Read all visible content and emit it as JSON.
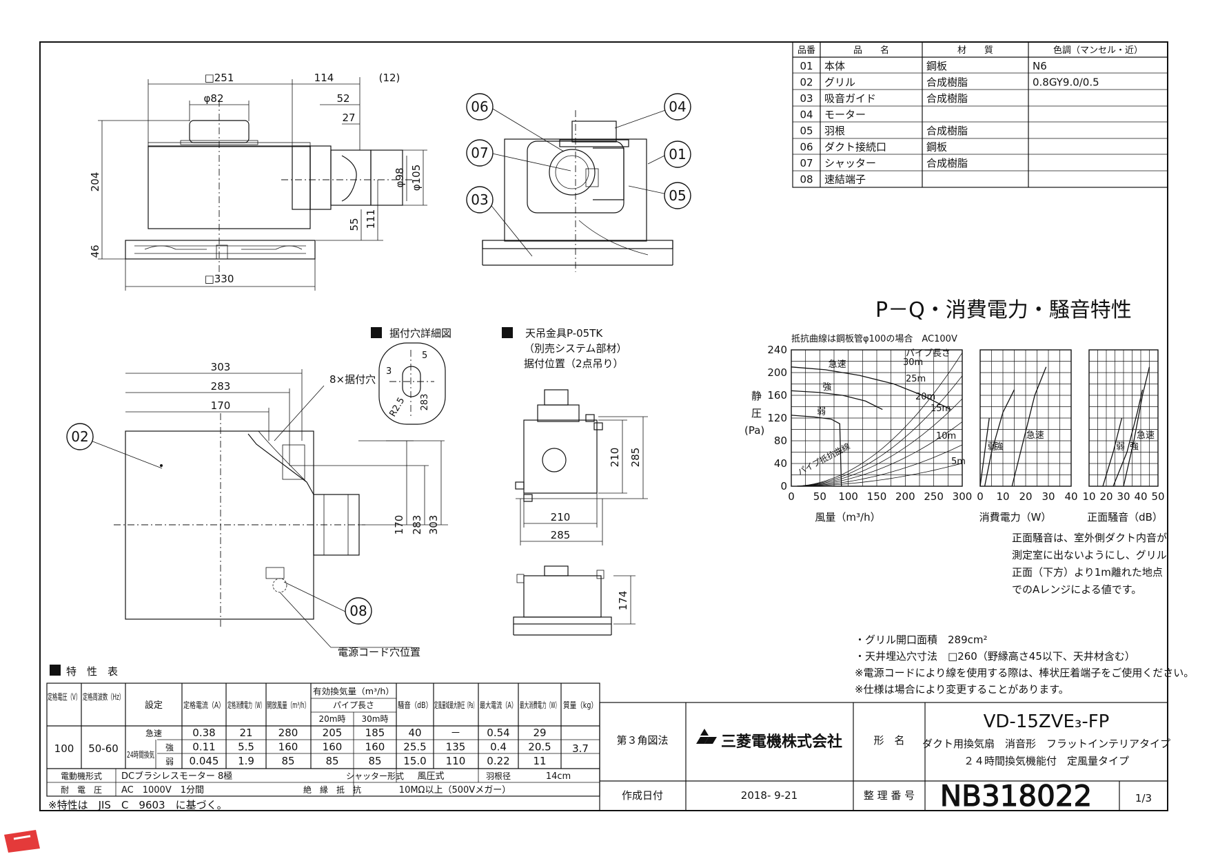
{
  "parts_table": {
    "headers": [
      "品番",
      "品　　名",
      "材　　質",
      "色調（マンセル・近）"
    ],
    "rows": [
      [
        "01",
        "本体",
        "鋼板",
        "N6"
      ],
      [
        "02",
        "グリル",
        "合成樹脂",
        "0.8GY9.0/0.5"
      ],
      [
        "03",
        "吸音ガイド",
        "合成樹脂",
        ""
      ],
      [
        "04",
        "モーター",
        "",
        ""
      ],
      [
        "05",
        "羽根",
        "合成樹脂",
        ""
      ],
      [
        "06",
        "ダクト接続口",
        "鋼板",
        ""
      ],
      [
        "07",
        "シャッター",
        "合成樹脂",
        ""
      ],
      [
        "08",
        "速結端子",
        "",
        ""
      ]
    ]
  },
  "dims_top": {
    "d251": "□251",
    "d114": "114",
    "d12": "(12)",
    "d82": "φ82",
    "d52": "52",
    "d27": "27",
    "d204": "204",
    "d46": "46",
    "d98": "φ98",
    "d105": "φ105",
    "d55": "55",
    "d111": "111",
    "d330": "□330"
  },
  "bubbles": [
    "06",
    "07",
    "03",
    "04",
    "01",
    "05",
    "02",
    "08"
  ],
  "plan_dims": {
    "d303": "303",
    "d283": "283",
    "d170": "170",
    "holes": "8×据付穴",
    "v170": "170",
    "v283": "283",
    "v303": "303"
  },
  "hole_detail": {
    "title": "据付穴詳細図",
    "d5": "5",
    "d3": "3",
    "r25": "R2.5",
    "d283": "283"
  },
  "hanger": {
    "title": "天吊金具P-05TK",
    "sub1": "（別売システム部材）",
    "sub2": "据付位置（2点吊り）",
    "d210v": "210",
    "d285v": "285",
    "d210h": "210",
    "d285h": "285",
    "d174": "174"
  },
  "cord_label": "電源コード穴位置",
  "chart_title": "P－Q・消費電力・騒音特性",
  "chart_note": "抵抗曲線は鋼板管φ100の場合　AC100V",
  "chart_data": [
    {
      "type": "line",
      "xlabel": "風量（m³/h）",
      "ylabel": "静圧（Pa）",
      "x_ticks": [
        0,
        50,
        100,
        150,
        200,
        250,
        300
      ],
      "y_ticks": [
        0,
        40,
        80,
        120,
        160,
        200,
        240
      ],
      "xlim": [
        0,
        300
      ],
      "ylim": [
        0,
        240
      ],
      "curve_labels": [
        "急速",
        "強",
        "弱"
      ],
      "series": [
        {
          "name": "急速",
          "x": [
            0,
            60,
            120,
            180,
            230,
            280
          ],
          "y": [
            210,
            205,
            195,
            180,
            160,
            135
          ]
        },
        {
          "name": "強",
          "x": [
            0,
            50,
            90,
            130,
            160
          ],
          "y": [
            168,
            165,
            160,
            150,
            135
          ]
        },
        {
          "name": "弱",
          "x": [
            0,
            40,
            70,
            85,
            88
          ],
          "y": [
            125,
            122,
            118,
            110,
            0
          ]
        }
      ],
      "resistance_labels": [
        "パイプ長さ",
        "30m",
        "25m",
        "20m",
        "15m",
        "10m",
        "5m",
        "パイプ抵抗曲線"
      ]
    },
    {
      "type": "line",
      "xlabel": "消費電力（W）",
      "x_ticks": [
        0,
        10,
        20,
        30,
        40
      ],
      "xlim": [
        0,
        40
      ],
      "ylim": [
        0,
        240
      ],
      "curve_labels": [
        "急速",
        "強",
        "弱"
      ],
      "series": [
        {
          "name": "急速",
          "x": [
            14,
            19,
            24,
            29
          ],
          "y": [
            0,
            80,
            160,
            210
          ]
        },
        {
          "name": "強",
          "x": [
            2,
            5,
            10,
            15
          ],
          "y": [
            0,
            60,
            130,
            170
          ]
        },
        {
          "name": "弱",
          "x": [
            0,
            2,
            4
          ],
          "y": [
            0,
            60,
            120
          ]
        }
      ]
    },
    {
      "type": "line",
      "xlabel": "正面騒音（dB）",
      "x_ticks": [
        10,
        20,
        30,
        40,
        50
      ],
      "xlim": [
        10,
        50
      ],
      "ylim": [
        0,
        240
      ],
      "curve_labels": [
        "急速",
        "強",
        "弱"
      ],
      "series": [
        {
          "name": "急速",
          "x": [
            30,
            36,
            41,
            45
          ],
          "y": [
            0,
            80,
            160,
            210
          ]
        },
        {
          "name": "強",
          "x": [
            24,
            32,
            38,
            41
          ],
          "y": [
            0,
            60,
            130,
            170
          ]
        },
        {
          "name": "弱",
          "x": [
            18,
            24,
            29
          ],
          "y": [
            0,
            60,
            120
          ]
        }
      ]
    }
  ],
  "noise_note": [
    "正面騒音は、室外側ダクト内音が",
    "測定室に出ないようにし、グリル",
    "正面（下方）より1m離れた地点",
    "でのAレンジによる値です。"
  ],
  "notes": [
    "・グリル開口面積　289cm²",
    "・天井埋込穴寸法　□260（野縁高さ45以下、天井材含む）",
    "※電源コードにより線を使用する際は、棒状圧着端子をご使用ください。",
    "※仕様は場合により変更することがあります。"
  ],
  "spec": {
    "title": "特　性　表",
    "h_voltage": "定格電圧（V）",
    "h_freq": "定格周波数（Hz）",
    "h_setting": "設定",
    "h_current": "定格電流（A）",
    "h_power": "定格消費電力（W）",
    "h_open": "開放風量（m³/h）",
    "h_eff": "有効換気量（m³/h）",
    "h_pipe": "パイプ長さ",
    "h_20m": "20m時",
    "h_30m": "30m時",
    "h_noise": "騒音（dB）",
    "h_static": "定風量域最大静圧（Pa）",
    "h_maxcur": "最大電流（A）",
    "h_maxpow": "最大消費電力（W）",
    "h_mass": "質量（kg）",
    "voltage": "100",
    "freq": "50-60",
    "mass": "3.7",
    "group24": "24時間換気",
    "rows": [
      {
        "mode": "急速",
        "current": "0.38",
        "power": "21",
        "open": "280",
        "m20": "205",
        "m30": "185",
        "noise": "40",
        "static": "－",
        "maxcur": "0.54",
        "maxpow": "29"
      },
      {
        "mode": "強",
        "current": "0.11",
        "power": "5.5",
        "open": "160",
        "m20": "160",
        "m30": "160",
        "noise": "25.5",
        "static": "135",
        "maxcur": "0.4",
        "maxpow": "20.5"
      },
      {
        "mode": "弱",
        "current": "0.045",
        "power": "1.9",
        "open": "85",
        "m20": "85",
        "m30": "85",
        "noise": "15.0",
        "static": "110",
        "maxcur": "0.22",
        "maxpow": "11"
      }
    ],
    "motor_label": "電動機形式",
    "motor": "DCブラシレスモーター 8極",
    "shutter_label": "シャッター形式",
    "shutter": "風圧式",
    "blade_label": "羽根径",
    "blade": "14cm",
    "withstand_label": "耐　電　圧",
    "withstand": "AC　1000V　1分間",
    "insul_label": "絶　縁　抵　抗",
    "insul": "10MΩ以上（500Vメガー）",
    "footnote": "※特性は　JIS　C　9603　に基づく。"
  },
  "title_block": {
    "projection": "第３角図法",
    "company": "三菱電機株式会社",
    "name_label": "形　名",
    "model": "VD-15ZVE₃-FP",
    "desc1": "ダクト用換気扇　消音形　フラットインテリアタイプ",
    "desc2": "２４時間換気機能付　定風量タイプ",
    "date_label": "作成日付",
    "date": "2018- 9-21",
    "number_label": "整 理 番 号",
    "number": "NB318022",
    "page": "1/3"
  }
}
